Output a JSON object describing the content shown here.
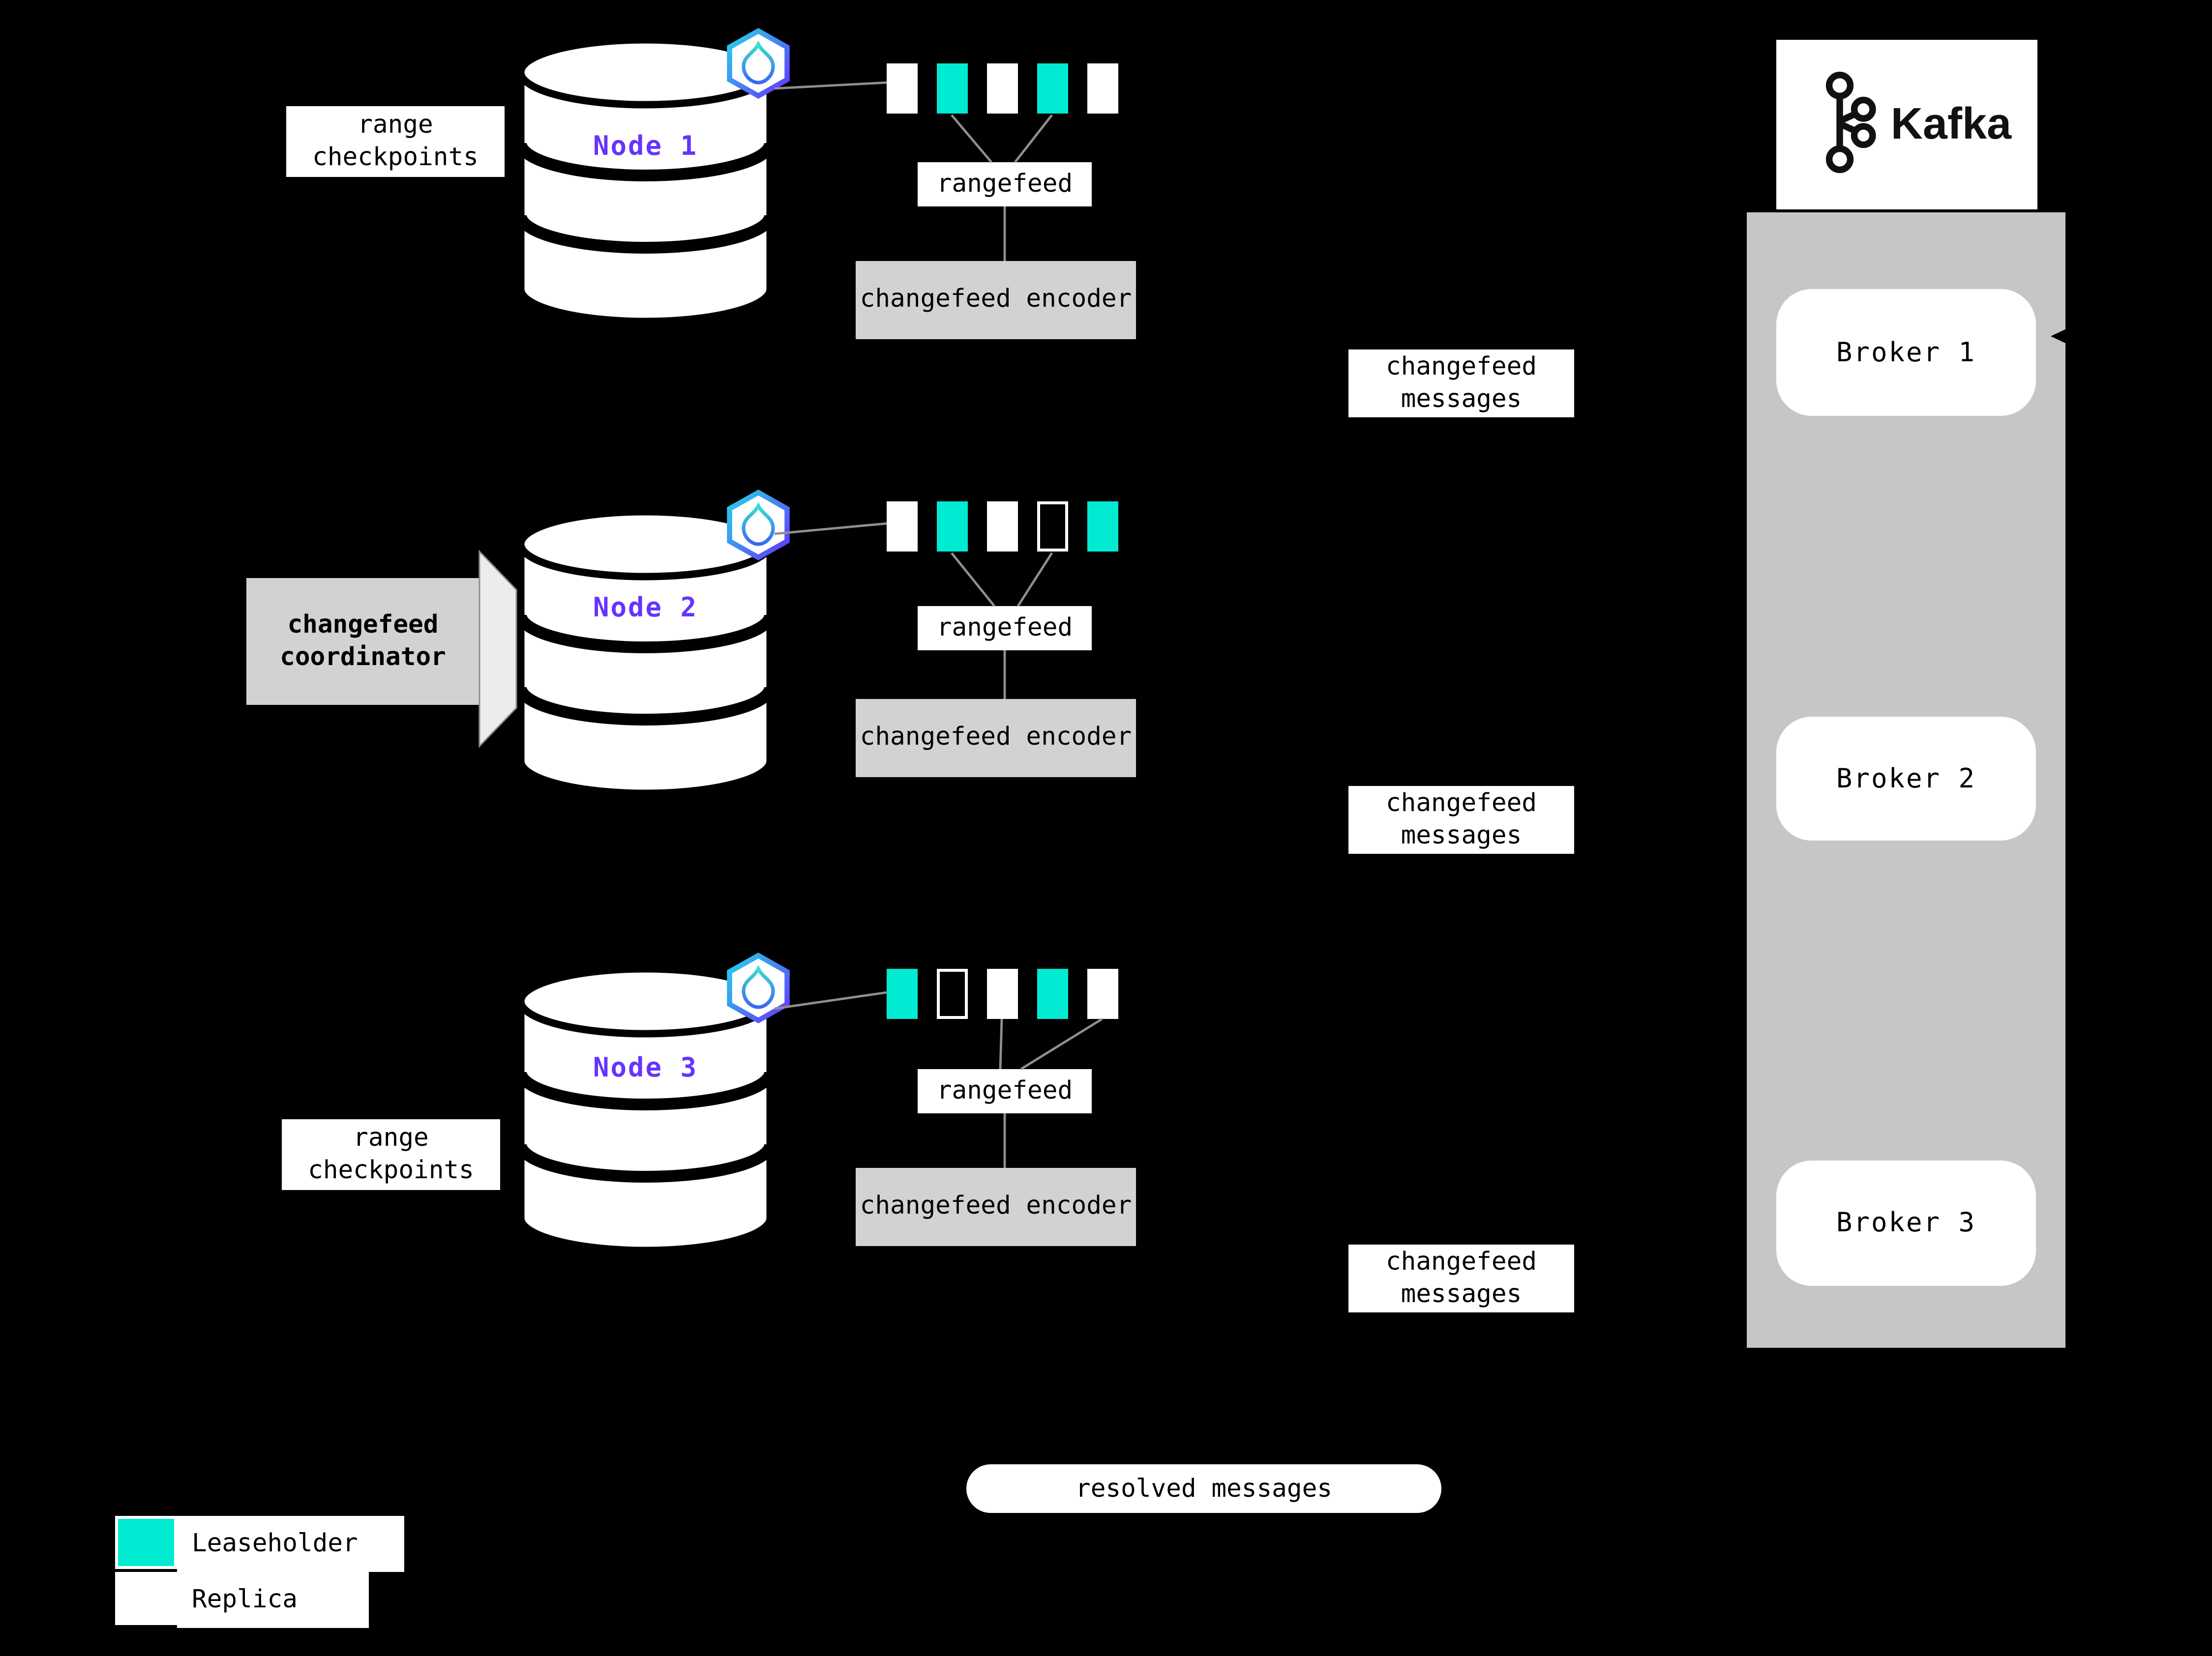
{
  "colors": {
    "leaseholder": "#00EBD2",
    "replica": "#FFFFFF",
    "node_label": "#6633FF",
    "box_gray": "#D2D2D2",
    "broker_bar_gray": "#C6C6C6"
  },
  "nodes": [
    {
      "name": "Node 1",
      "rangefeed": "rangefeed",
      "encoder": "changefeed encoder",
      "ranges": [
        "replica",
        "leaseholder",
        "replica",
        "leaseholder",
        "replica"
      ]
    },
    {
      "name": "Node 2",
      "rangefeed": "rangefeed",
      "encoder": "changefeed encoder",
      "ranges": [
        "replica",
        "leaseholder",
        "replica",
        "empty",
        "leaseholder"
      ]
    },
    {
      "name": "Node 3",
      "rangefeed": "rangefeed",
      "encoder": "changefeed encoder",
      "ranges": [
        "leaseholder",
        "empty",
        "replica",
        "leaseholder",
        "replica"
      ]
    }
  ],
  "labels": {
    "range_checkpoints": "range checkpoints",
    "changefeed_coordinator": "changefeed coordinator",
    "changefeed_messages": "changefeed messages",
    "resolved_messages": "resolved messages"
  },
  "kafka": {
    "title": "Kafka",
    "brokers": [
      "Broker 1",
      "Broker 2",
      "Broker 3"
    ]
  },
  "legend": [
    {
      "swatch": "leaseholder",
      "label": "Leaseholder"
    },
    {
      "swatch": "replica",
      "label": "Replica"
    }
  ]
}
